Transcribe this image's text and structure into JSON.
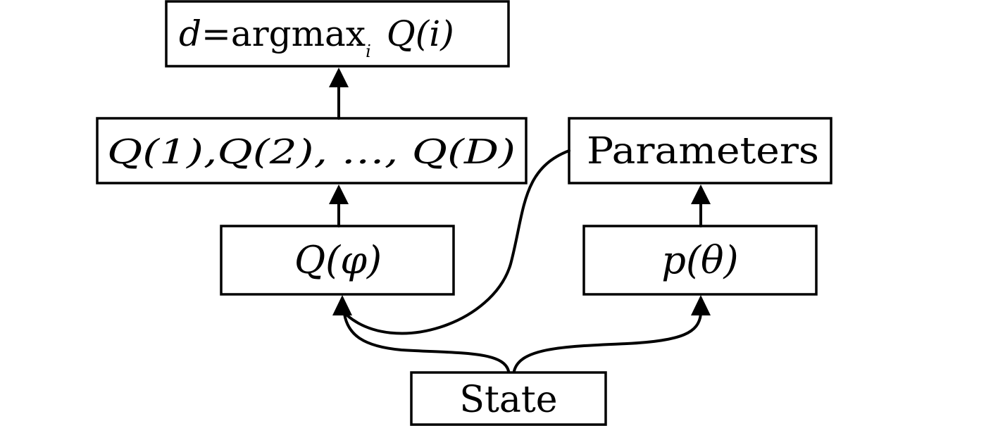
{
  "nodes": {
    "argmax": {
      "lhs": "d",
      "eq": "=",
      "func": "argmax",
      "sub": "i",
      "rhs": "Q(i)"
    },
    "q_values": {
      "label": "Q(1),Q(2), …, Q(D)"
    },
    "parameters": {
      "label": "Parameters"
    },
    "q_network": {
      "label": "Q(φ)"
    },
    "p_network": {
      "label": "p(θ)"
    },
    "state": {
      "label": "State"
    }
  }
}
